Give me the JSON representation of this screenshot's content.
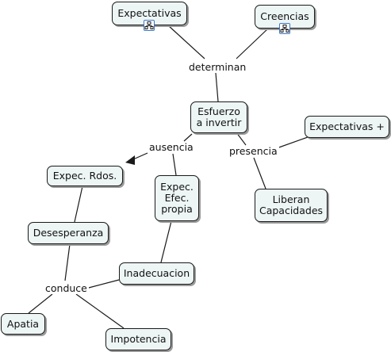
{
  "concept_map": {
    "nodes": {
      "expectativas": "Expectativas",
      "creencias": "Creencias",
      "esfuerzo": "Esfuerzo\na invertir",
      "expectativas_plus": "Expectativas +",
      "expec_rdos": "Expec. Rdos.",
      "expec_efec": "Expec.\nEfec.\npropia",
      "liberan": "Liberan\nCapacidades",
      "desesperanza": "Desesperanza",
      "inadecuacion": "Inadecuacion",
      "apatia": "Apatia",
      "impotencia": "Impotencia"
    },
    "links": {
      "determinan": "determinan",
      "ausencia": "ausencia",
      "presencia": "presencia",
      "conduce": "conduce"
    },
    "resource_icon": "concept-map-resource-icon"
  }
}
